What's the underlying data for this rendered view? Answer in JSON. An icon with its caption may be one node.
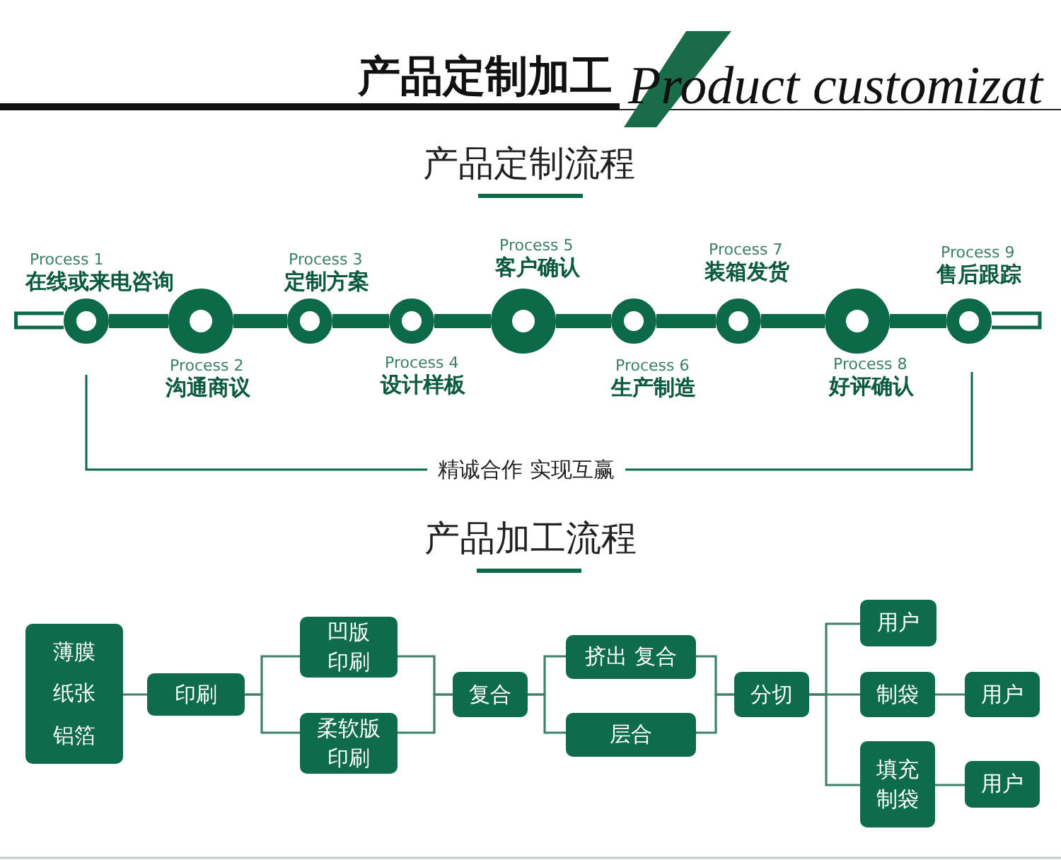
{
  "diagram": {
    "title": "产品定制加工",
    "nodes": [
      {
        "text": [],
        "shape": "circle",
        "beside": [
          "Process 1",
          "在线或来电咨询"
        ]
      },
      {
        "text": [],
        "shape": "circle",
        "beside": [
          "Process 2",
          "沟通商议"
        ]
      },
      {
        "text": [],
        "shape": "circle",
        "beside": [
          "Process 3",
          "定制方案"
        ]
      },
      {
        "text": [],
        "shape": "circle",
        "beside": [
          "Process 4",
          "设计样板"
        ]
      },
      {
        "text": [],
        "shape": "circle",
        "beside": [
          "Process 5",
          "客户确认"
        ]
      },
      {
        "text": [],
        "shape": "circle",
        "beside": [
          "Process 6",
          "生产制造"
        ]
      },
      {
        "text": [],
        "shape": "circle",
        "beside": [
          "Process 7",
          "装箱发货"
        ]
      },
      {
        "text": [],
        "shape": "circle",
        "beside": [
          "Process 8",
          "好评确认"
        ]
      },
      {
        "text": [],
        "shape": "circle",
        "beside": [
          "Process 9",
          "售后跟踪"
        ]
      },
      {
        "text": [
          "薄膜",
          "纸张",
          "铝箔"
        ]
      },
      {
        "text": [
          "印刷"
        ]
      },
      {
        "text": [
          "凹版印刷"
        ]
      },
      {
        "text": [
          "柔软版印刷"
        ]
      },
      {
        "text": [
          "复合"
        ]
      },
      {
        "text": [
          "挤出 复合"
        ]
      },
      {
        "text": [
          "层合"
        ]
      },
      {
        "text": [
          "分切"
        ]
      },
      {
        "text": [
          "用户"
        ]
      },
      {
        "text": [
          "制袋"
        ]
      },
      {
        "text": [
          "用户"
        ]
      },
      {
        "text": [
          "填充制袋"
        ]
      },
      {
        "text": [
          "用户"
        ]
      }
    ],
    "edges": [
      {
        "from": 0,
        "to": 1,
        "arrow": "none",
        "style": "thick",
        "color": "#0c6a48"
      },
      {
        "from": 1,
        "to": 2,
        "arrow": "none",
        "style": "thick",
        "color": "#0c6a48"
      },
      {
        "from": 2,
        "to": 3,
        "arrow": "none",
        "style": "thick",
        "color": "#0c6a48"
      },
      {
        "from": 3,
        "to": 4,
        "arrow": "none",
        "style": "thick",
        "color": "#0c6a48"
      },
      {
        "from": 4,
        "to": 5,
        "arrow": "none",
        "style": "thick",
        "color": "#0c6a48"
      },
      {
        "from": 5,
        "to": 6,
        "arrow": "none",
        "style": "thick",
        "color": "#0c6a48"
      },
      {
        "from": 6,
        "to": 7,
        "arrow": "none",
        "style": "thick",
        "color": "#0c6a48"
      },
      {
        "from": 7,
        "to": 8,
        "arrow": "none",
        "style": "thick",
        "color": "#0c6a48"
      },
      {
        "from": 9,
        "to": 10,
        "arrow": "none"
      },
      {
        "from": 10,
        "to": 11,
        "arrow": "none"
      },
      {
        "from": 10,
        "to": 12,
        "arrow": "none"
      },
      {
        "from": 11,
        "to": 13,
        "arrow": "none"
      },
      {
        "from": 12,
        "to": 13,
        "arrow": "none"
      },
      {
        "from": 13,
        "to": 14,
        "arrow": "none"
      },
      {
        "from": 13,
        "to": 15,
        "arrow": "none"
      },
      {
        "from": 14,
        "to": 16,
        "arrow": "none"
      },
      {
        "from": 15,
        "to": 16,
        "arrow": "none"
      },
      {
        "from": 16,
        "to": 17,
        "arrow": "none"
      },
      {
        "from": 16,
        "to": 18,
        "arrow": "none"
      },
      {
        "from": 16,
        "to": 20,
        "arrow": "none"
      },
      {
        "from": 18,
        "to": 19,
        "arrow": "none"
      },
      {
        "from": 20,
        "to": 21,
        "arrow": "none"
      }
    ],
    "labels": [
      "Product customizat",
      "产品定制流程",
      "精诚合作 实现互赢",
      "产品加工流程"
    ]
  }
}
